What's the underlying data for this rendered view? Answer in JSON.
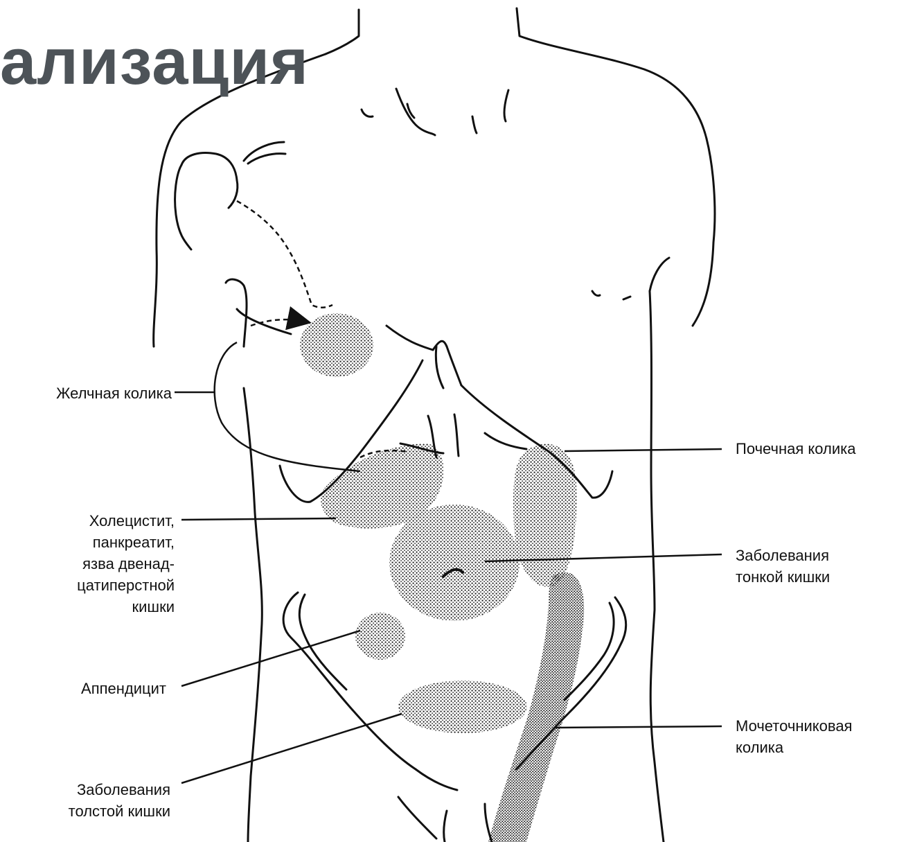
{
  "title": "ализация",
  "labels": {
    "biliary_colic": "Желчная колика",
    "renal_colic": "Почечная колика",
    "cholecystitis": [
      "Холецистит,",
      "панкреатит,",
      "язва двенад-",
      "цатиперстной",
      "кишки"
    ],
    "small_intestine": [
      "Заболевания",
      "тонкой кишки"
    ],
    "appendicitis": "Аппендицит",
    "ureteral_colic": [
      "Мочеточниковая",
      "колика"
    ],
    "large_intestine": [
      "Заболевания",
      "толстой кишки"
    ]
  },
  "colors": {
    "title": "#4d5358",
    "line": "#111111",
    "stipple": "#1a1a1a"
  }
}
